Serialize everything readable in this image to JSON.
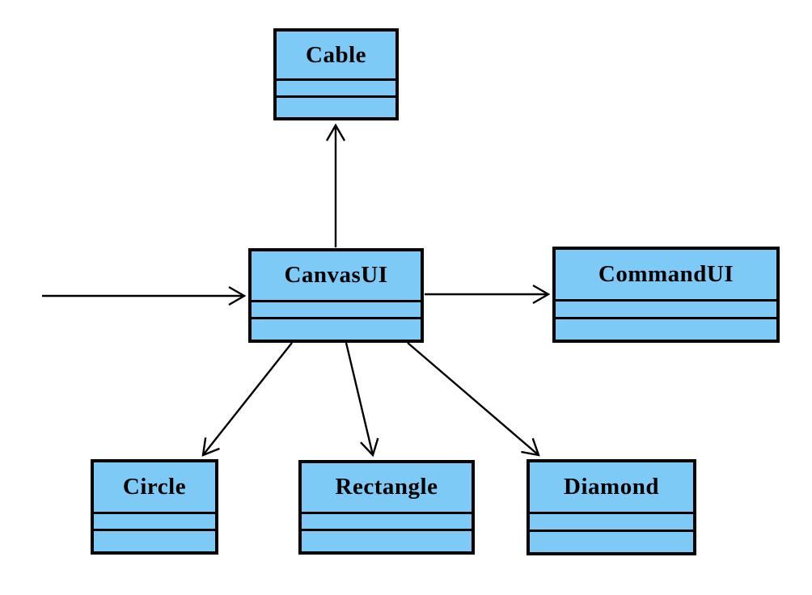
{
  "diagram": {
    "type": "uml-class-diagram",
    "background_color": "#ffffff",
    "node_fill_color": "#7ecaf7",
    "node_border_color": "#000000",
    "edge_color": "#000000",
    "arrowhead_style": "open-v",
    "nodes": [
      {
        "id": "cable",
        "label": "Cable",
        "compartments": 3,
        "attributes": "",
        "operations": ""
      },
      {
        "id": "canvasui",
        "label": "CanvasUI",
        "compartments": 3,
        "attributes": "",
        "operations": ""
      },
      {
        "id": "commandui",
        "label": "CommandUI",
        "compartments": 3,
        "attributes": "",
        "operations": ""
      },
      {
        "id": "circle",
        "label": "Circle",
        "compartments": 3,
        "attributes": "",
        "operations": ""
      },
      {
        "id": "rectangle",
        "label": "Rectangle",
        "compartments": 3,
        "attributes": "",
        "operations": ""
      },
      {
        "id": "diamond",
        "label": "Diamond",
        "compartments": 3,
        "attributes": "",
        "operations": ""
      }
    ],
    "edges": [
      {
        "from": "canvas-left-edge",
        "to": "CanvasUI",
        "arrow": "open"
      },
      {
        "from": "CanvasUI",
        "to": "Cable",
        "arrow": "open"
      },
      {
        "from": "CanvasUI",
        "to": "CommandUI",
        "arrow": "open"
      },
      {
        "from": "CanvasUI",
        "to": "Circle",
        "arrow": "open"
      },
      {
        "from": "CanvasUI",
        "to": "Rectangle",
        "arrow": "open"
      },
      {
        "from": "CanvasUI",
        "to": "Diamond",
        "arrow": "open"
      }
    ]
  }
}
